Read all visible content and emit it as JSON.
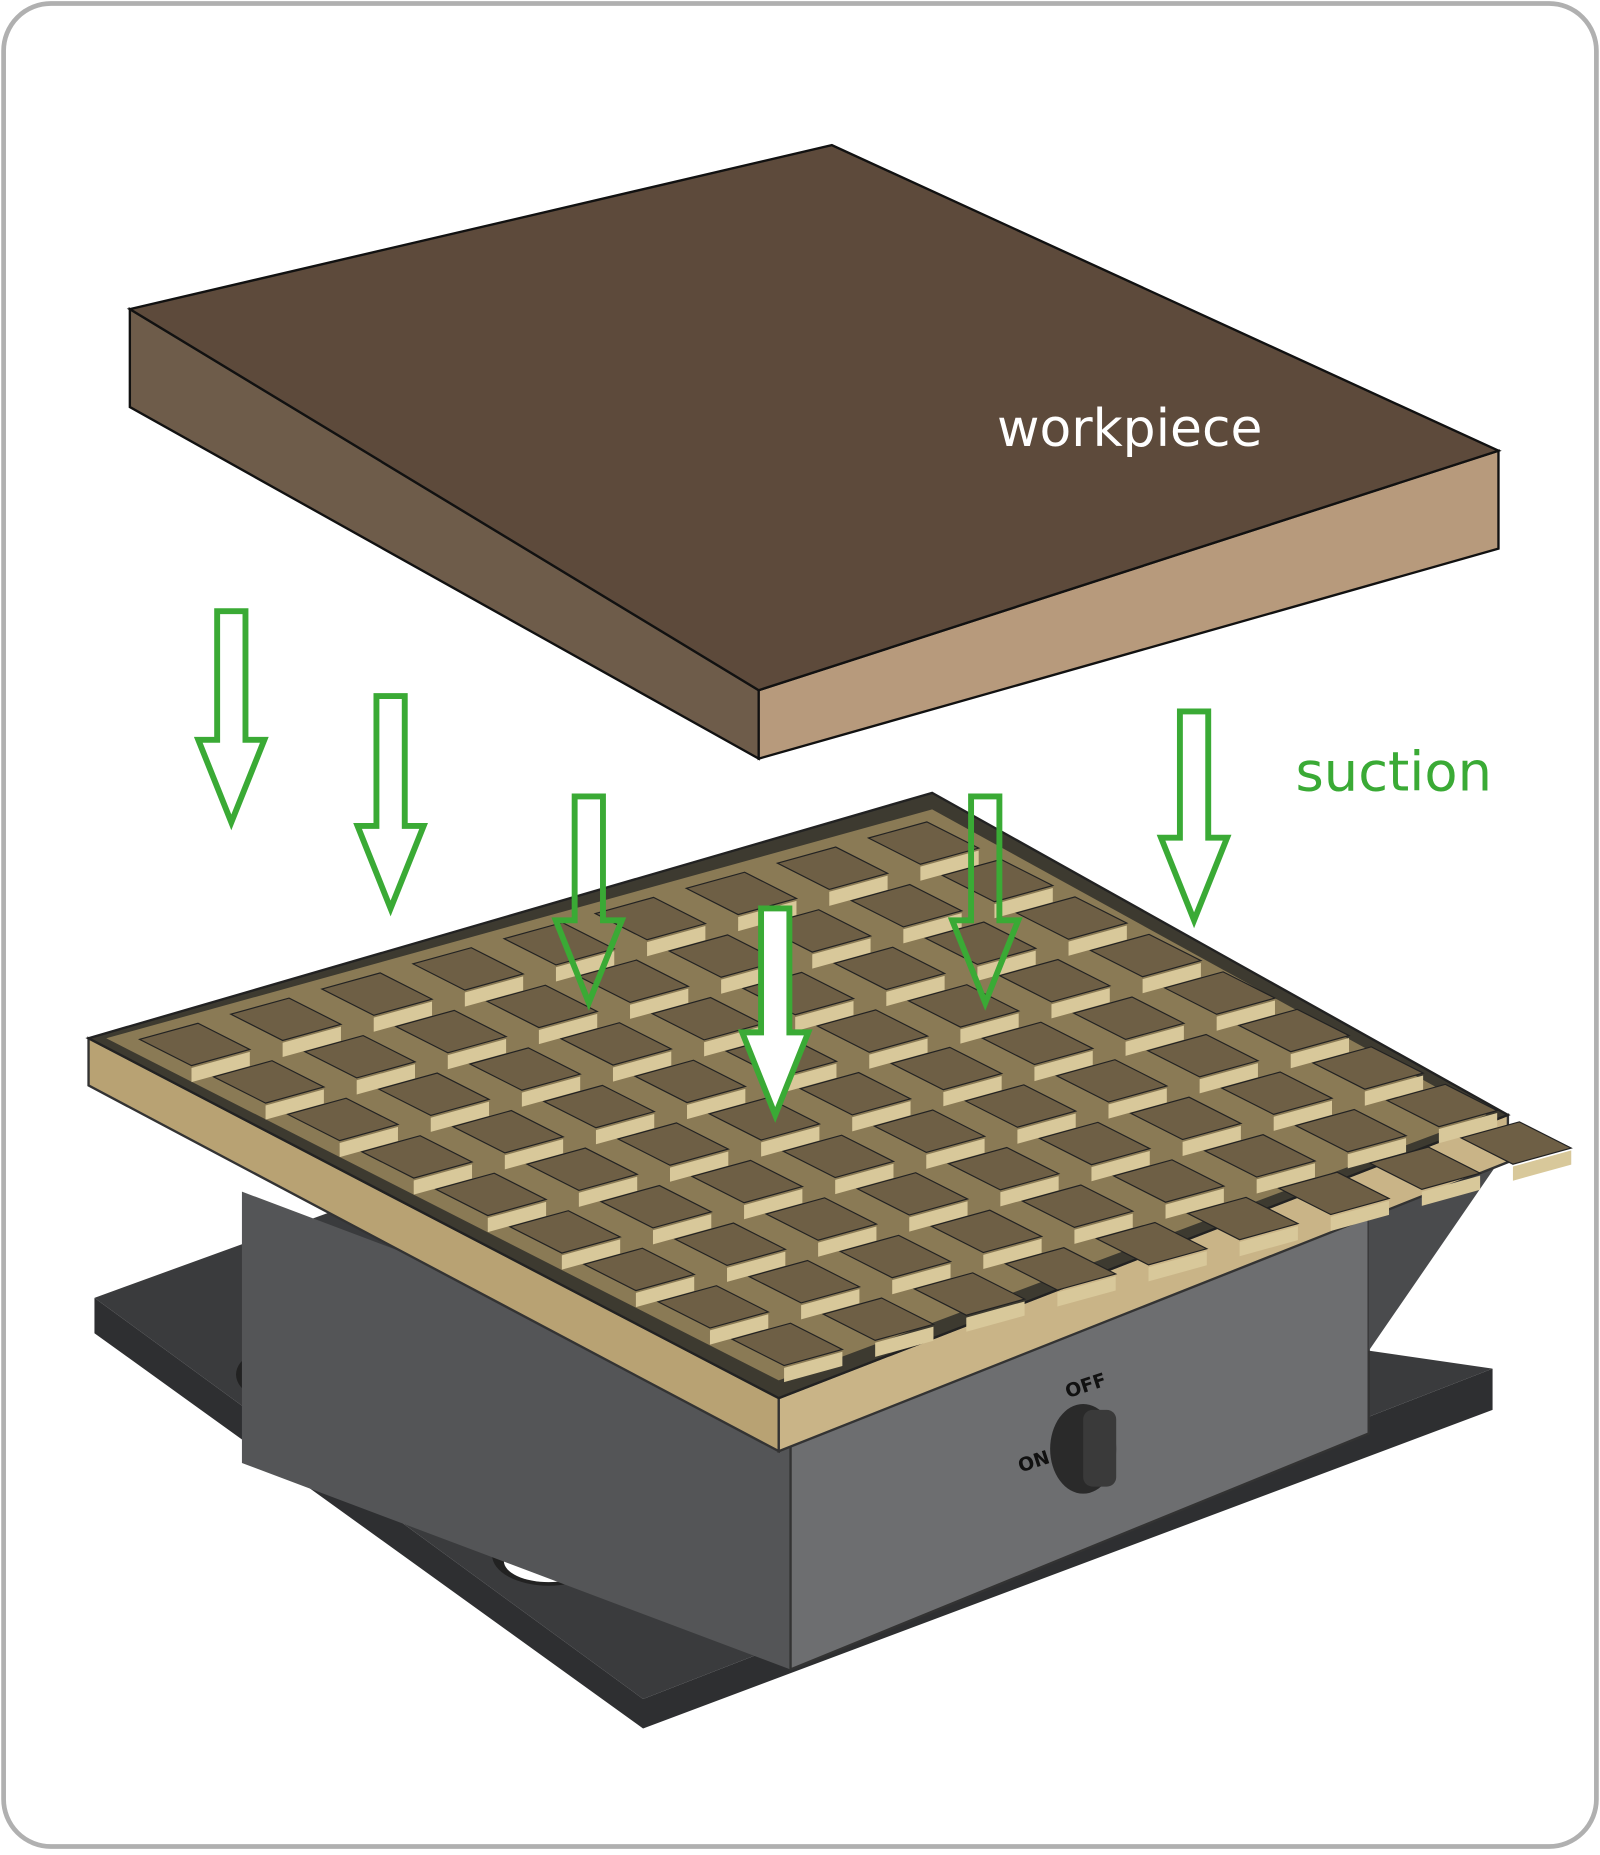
{
  "labels": {
    "workpiece": "workpiece",
    "suction": "suction",
    "switch_off": "OFF",
    "switch_on": "ON"
  },
  "colors": {
    "arrow": "#3aaa35",
    "workpiece_top": "#5d4a3b",
    "workpiece_left": "#6e5c4a",
    "workpiece_right": "#b79a7c",
    "tray": "#c9b487",
    "pad": "#6e5f45",
    "body": "#6b6b6b",
    "base": "#3a3b3d",
    "frame": "#b0b0b0"
  },
  "pads": {
    "rows": 9,
    "cols": 9
  },
  "arrow_count": 6
}
